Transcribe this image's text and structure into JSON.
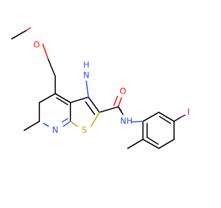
{
  "molecule": {
    "atoms": {
      "o_methoxy": "O",
      "n_amino_h": "H",
      "n_amino_n": "N",
      "o_carbonyl": "O",
      "n_pyridine": "N",
      "s_thiophene": "S",
      "nh_amide": "NH",
      "iodine": "I"
    }
  },
  "colors": {
    "carbon_bond": "#000000",
    "oxygen": "#ff0d0d",
    "nitrogen": "#3050f8",
    "sulfur": "#c8a000",
    "iodine": "#940094"
  }
}
